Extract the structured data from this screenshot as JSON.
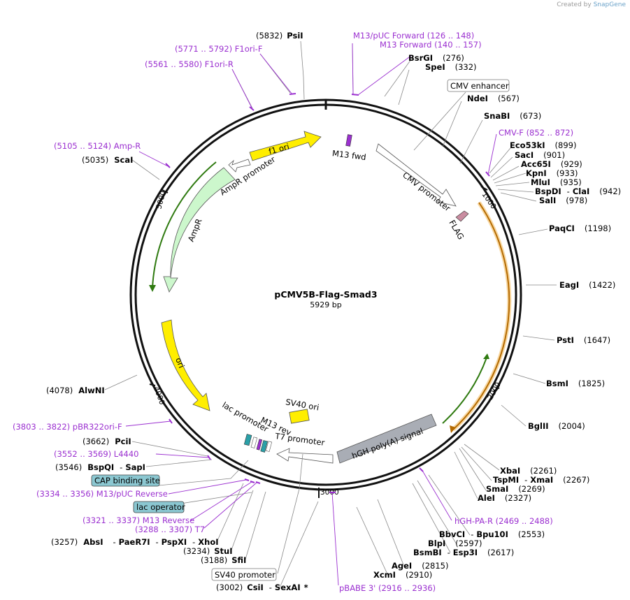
{
  "credit": {
    "prefix": "Created by",
    "brand": "SnapGene"
  },
  "plasmid": {
    "name": "pCMV5B-Flag-Smad3",
    "size": "5929 bp"
  },
  "ticks": {
    "t1000": "1000",
    "t2000": "2000",
    "t3000": "3000",
    "t4000": "4000",
    "t5000": "5000"
  },
  "features": {
    "f1_ori": "f1 ori",
    "m13_fwd": "M13 fwd",
    "ampr_promoter": "AmpR promoter",
    "ampr": "AmpR",
    "cmv_promoter": "CMV promoter",
    "flag": "FLAG",
    "ori": "ori",
    "sv40_ori": "SV40 ori",
    "lac_promoter": "lac promoter",
    "m13_rev": "M13 rev",
    "t7_promoter": "T7 promoter",
    "hgh_polya": "hGH poly(A) signal"
  },
  "boxed": {
    "cmv_enhancer": "CMV enhancer",
    "cap_site": "CAP binding site",
    "lac_operator": "lac operator",
    "sv40_promoter": "SV40 promoter"
  },
  "sites": {
    "psiI": {
      "pos": "(5832)",
      "name": "PsiI"
    },
    "bsrGI": {
      "name": "BsrGI",
      "pos": "(276)"
    },
    "speI": {
      "name": "SpeI",
      "pos": "(332)"
    },
    "ndeI": {
      "name": "NdeI",
      "pos": "(567)"
    },
    "snaBI": {
      "name": "SnaBI",
      "pos": "(673)"
    },
    "eco53kI": {
      "name": "Eco53kI",
      "pos": "(899)"
    },
    "sacI": {
      "name": "SacI",
      "pos": "(901)"
    },
    "acc65I": {
      "name": "Acc65I",
      "pos": "(929)"
    },
    "kpnI": {
      "name": "KpnI",
      "pos": "(933)"
    },
    "mluI": {
      "name": "MluI",
      "pos": "(935)"
    },
    "bspDI": {
      "name": "BspDI",
      "sep": "-",
      "name2": "ClaI",
      "pos": "(942)"
    },
    "salI": {
      "name": "SalI",
      "pos": "(978)"
    },
    "paqCI": {
      "name": "PaqCI",
      "pos": "(1198)"
    },
    "eagI": {
      "name": "EagI",
      "pos": "(1422)"
    },
    "pstI": {
      "name": "PstI",
      "pos": "(1647)"
    },
    "bsmI": {
      "name": "BsmI",
      "pos": "(1825)"
    },
    "bglII": {
      "name": "BglII",
      "pos": "(2004)"
    },
    "xbaI": {
      "name": "XbaI",
      "pos": "(2261)"
    },
    "tspMI": {
      "name": "TspMI",
      "sep": "-",
      "name2": "XmaI",
      "pos": "(2267)"
    },
    "smaI": {
      "name": "SmaI",
      "pos": "(2269)"
    },
    "aleI": {
      "name": "AleI",
      "pos": "(2327)"
    },
    "bbvCI": {
      "name": "BbvCI",
      "sep": "-",
      "name2": "Bpu10I",
      "pos": "(2553)"
    },
    "blpI": {
      "name": "BlpI",
      "pos": "(2597)"
    },
    "bsmBI": {
      "name": "BsmBI",
      "sep": "-",
      "name2": "Esp3I",
      "pos": "(2617)"
    },
    "ageI": {
      "name": "AgeI",
      "pos": "(2815)"
    },
    "xcmI": {
      "name": "XcmI",
      "pos": "(2910)"
    },
    "csiI": {
      "pos": "(3002)",
      "name": "CsiI",
      "sep": "-",
      "name2": "SexAI",
      "star": "*"
    },
    "sfiI": {
      "pos": "(3188)",
      "name": "SfiI"
    },
    "stuI": {
      "pos": "(3234)",
      "name": "StuI"
    },
    "absI": {
      "pos": "(3257)",
      "name": "AbsI",
      "sep": "-",
      "name2": "PaeR7I",
      "sep2": "-",
      "name3": "PspXI",
      "sep3": "-",
      "name4": "XhoI"
    },
    "bspQI": {
      "pos": "(3546)",
      "name": "BspQI",
      "sep": "-",
      "name2": "SapI"
    },
    "pciI": {
      "pos": "(3662)",
      "name": "PciI"
    },
    "alwNI": {
      "pos": "(4078)",
      "name": "AlwNI"
    },
    "scaI": {
      "pos": "(5035)",
      "name": "ScaI"
    }
  },
  "primers": {
    "f1ori_f": "(5771 .. 5792)  F1ori-F",
    "f1ori_r": "(5561 .. 5580)  F1ori-R",
    "m13_puc_fwd": "M13/pUC Forward    (126 .. 148)",
    "m13_fwd": "M13 Forward    (140 .. 157)",
    "cmv_f": "CMV-F    (852 .. 872)",
    "amp_r": "(5105 .. 5124)  Amp-R",
    "pbr322ori_f": "(3803 .. 3822)  pBR322ori-F",
    "l4440": "(3552 .. 3569)  L4440",
    "m13_puc_rev": "(3334 .. 3356)  M13/pUC Reverse",
    "m13_reverse": "(3321 .. 3337)  M13 Reverse",
    "t7": "(3288 .. 3307)  T7",
    "hgh_pa_r": "hGH-PA-R    (2469 .. 2488)",
    "pbabe3": "pBABE 3'    (2916 .. 2936)"
  },
  "colors": {
    "primer": "#9b30d0",
    "yellow_feature": "#ffee00",
    "green_feature": "#ccf7cc",
    "orange_orf": "#f0a830",
    "gray_feature": "#a9adb5",
    "label_box": "#8bc7d1",
    "flag_marker": "#c98ca0"
  }
}
